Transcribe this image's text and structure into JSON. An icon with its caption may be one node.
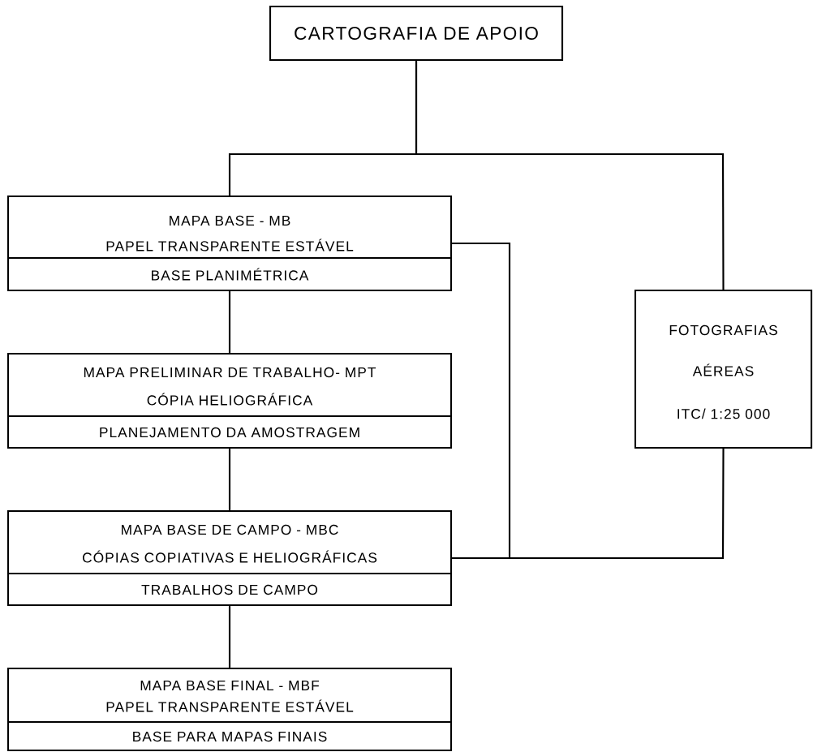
{
  "diagram": {
    "nodes": [
      {
        "text": [
          "CARTOGRAFIA DE APOIO"
        ]
      },
      {
        "text": [
          "MAPA BASE - MB",
          "PAPEL TRANSPARENTE ESTÁVEL",
          "BASE PLANIMÉTRICA"
        ]
      },
      {
        "text": [
          "MAPA PRELIMINAR DE TRABALHO- MPT",
          "CÓPIA HELIOGRÁFICA",
          "PLANEJAMENTO DA AMOSTRAGEM"
        ]
      },
      {
        "text": [
          "MAPA BASE DE CAMPO - MBC",
          "CÓPIAS COPIATIVAS E HELIOGRÁFICAS",
          "TRABALHOS DE CAMPO"
        ]
      },
      {
        "text": [
          "MAPA BASE FINAL - MBF",
          "PAPEL TRANSPARENTE ESTÁVEL",
          "BASE PARA MAPAS FINAIS"
        ]
      },
      {
        "text": [
          "FOTOGRAFIAS",
          "AÉREAS",
          "ITC/ 1:25 000"
        ]
      }
    ],
    "edges": [
      {
        "from": 0,
        "to": 1,
        "arrow": "none"
      },
      {
        "from": 0,
        "to": 5,
        "arrow": "none"
      },
      {
        "from": 1,
        "to": 2,
        "arrow": "none"
      },
      {
        "from": 2,
        "to": 3,
        "arrow": "none"
      },
      {
        "from": 3,
        "to": 4,
        "arrow": "none"
      },
      {
        "from": 1,
        "to": 3,
        "arrow": "none"
      },
      {
        "from": 5,
        "to": 3,
        "arrow": "none"
      }
    ]
  }
}
